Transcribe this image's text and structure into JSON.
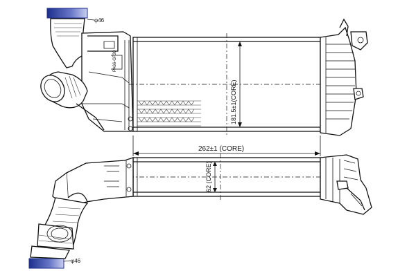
{
  "drawing": {
    "core_length_label": "262±1 (CORE)",
    "core_height_label": "181.5±1(CORE)",
    "core_depth_label": "62 (CORE)",
    "inlet_diameter_top": "φ46",
    "inlet_diameter_bottom": "φ46",
    "accent_color": "#3f4fb0"
  }
}
